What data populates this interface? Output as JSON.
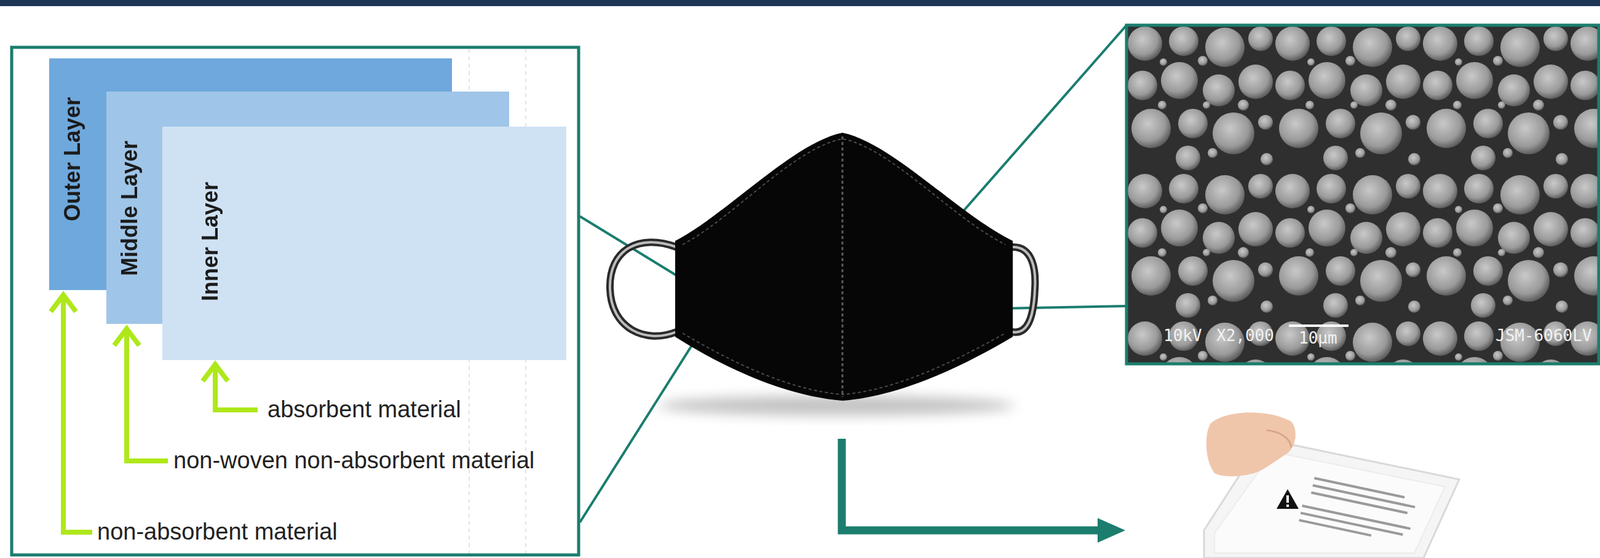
{
  "diagram": {
    "nodes": [
      {
        "text": [
          "Outer Layer"
        ]
      },
      {
        "text": [
          "Middle Layer"
        ]
      },
      {
        "text": [
          "Inner Layer"
        ]
      }
    ],
    "labels": [
      "absorbent material",
      "non-woven non-absorbent material",
      "non-absorbent material",
      "10kV",
      "X2,000",
      "10µm",
      "JSM-6060LV"
    ]
  }
}
